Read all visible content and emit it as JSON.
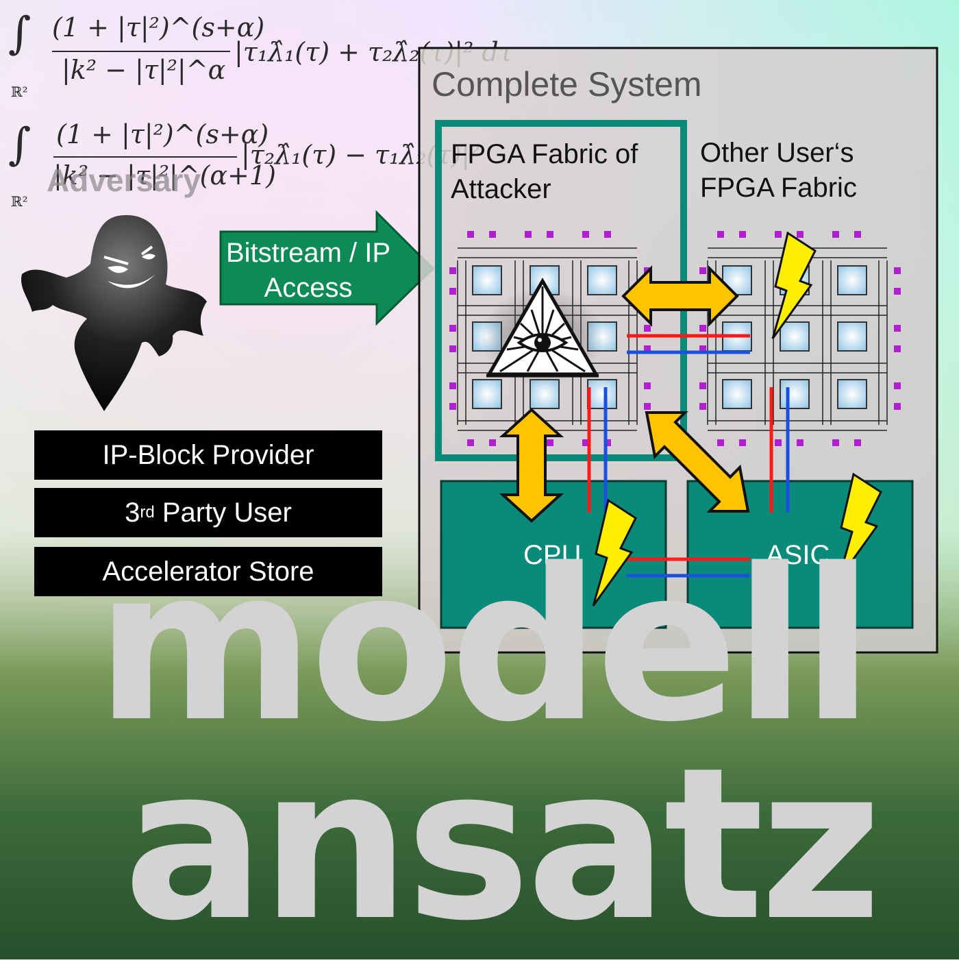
{
  "formula_1": {
    "domain": "ℝ²",
    "numerator": "(1 + |τ|²)^(s+α)",
    "denominator": "|k² − |τ|²|^α",
    "tail": "|τ₁λ̂₁(τ) + τ₂λ̂₂(τ)|² dτ"
  },
  "formula_2": {
    "domain": "ℝ²",
    "numerator": "(1 + |τ|²)^(s+α)",
    "denominator": "|k² − |τ|²|^(α+1)",
    "tail": "|τ₂λ̂₁(τ) − τ₁λ̂₂(τ)|²"
  },
  "adversary_label": "Adversary",
  "diagram": {
    "system_title": "Complete System",
    "attacker_fabric_label": "FPGA Fabric of Attacker",
    "other_fabric_label": "Other User‘s FPGA Fabric",
    "arrow_label": "Bitstream / IP Access",
    "cpu_label": "CPU",
    "asic_label": "ASIC"
  },
  "roles": [
    {
      "text": "IP-Block Provider"
    },
    {
      "text": "3",
      "sup": "rd",
      "rest": " Party User"
    },
    {
      "text": "Accelerator Store"
    }
  ],
  "brand": {
    "line1": "modell",
    "line2": "ansatz"
  },
  "colors": {
    "teal": "#0a8a78",
    "green_arrow": "#0d8a55",
    "bolt_yellow": "#ffee00",
    "arrow_yellow": "#ffc400",
    "wire_red": "#ff1a1a",
    "wire_blue": "#1a50e0",
    "pin_magenta": "#b020d0",
    "brand_gray": "#d3d3d3"
  },
  "icons": {
    "adversary": "ghost-icon",
    "eye": "all-seeing-eye-icon",
    "attack": "lightning-bolt-icon"
  }
}
